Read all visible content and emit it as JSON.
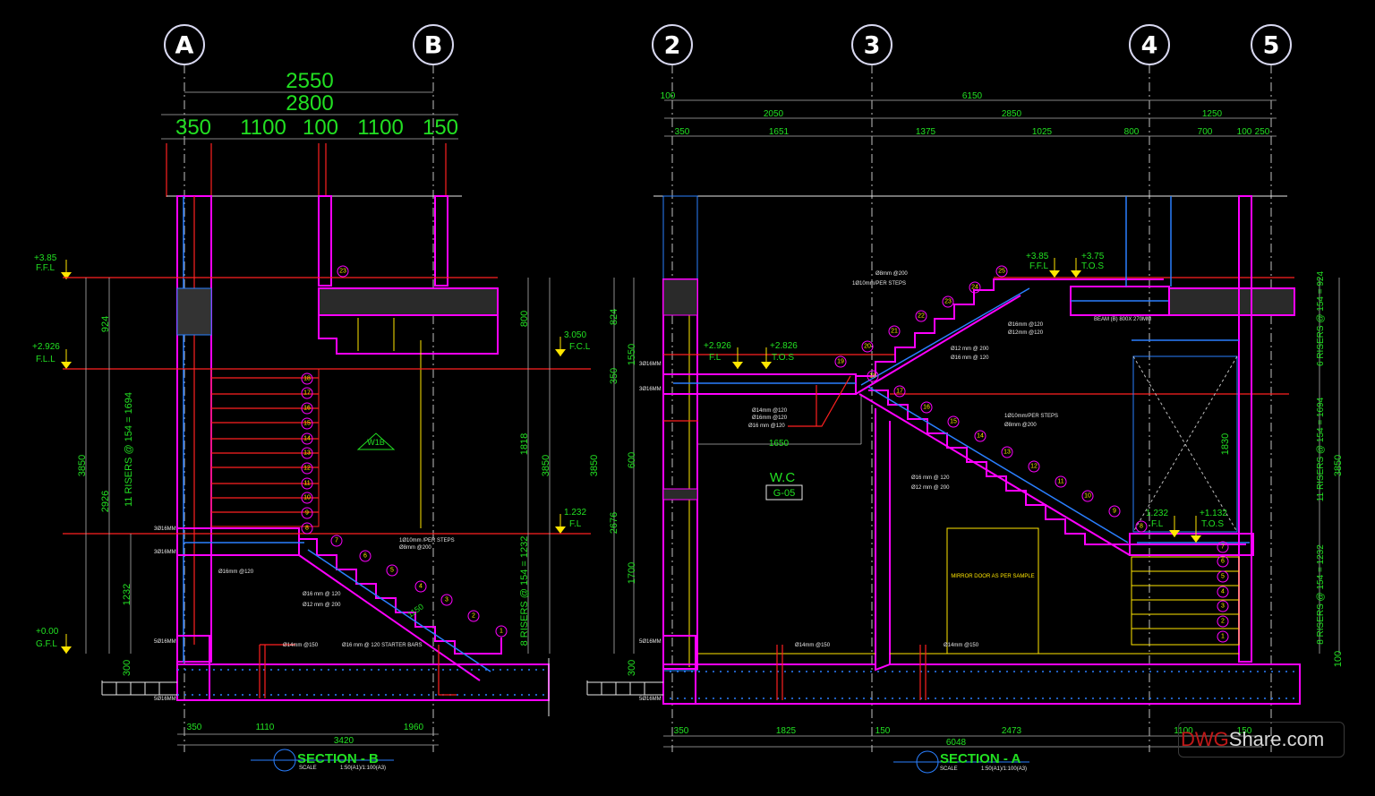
{
  "grid_bubbles": {
    "A": "A",
    "B": "B",
    "n2": "2",
    "n3": "3",
    "n4": "4",
    "n5": "5"
  },
  "section_b": {
    "top_dims": {
      "overall1": "2550",
      "overall2": "2800",
      "parts": [
        "350",
        "1100",
        "100",
        "1100",
        "150"
      ]
    },
    "levels": {
      "ffl_385": {
        "value": "+3.85",
        "label": "F.F.L"
      },
      "fll_2926": {
        "value": "+2.926",
        "label": "F.L.L"
      },
      "gfl_000": {
        "value": "+0.00",
        "label": "G.F.L"
      },
      "fcl_3050": {
        "value": "3.050",
        "label": "F.C.L"
      },
      "fl_1232": {
        "value": "1.232",
        "label": "F.L"
      }
    },
    "left_dims": {
      "d924": "924",
      "risers": "11 RISERS @ 154 = 1694",
      "d3850": "3850",
      "d2926": "2926",
      "d1232": "1232",
      "d300": "300"
    },
    "right_dims": {
      "d800": "800",
      "d1818": "1818",
      "d3850": "3850",
      "risers": "8 RISERS @ 154 = 1232"
    },
    "bottom_dims": {
      "d350": "350",
      "d1110": "1110",
      "d1960": "1960",
      "d3420": "3420"
    },
    "window_tag": "W1B",
    "notes": {
      "steps1": "1Ø10mm /PER STEPS",
      "steps2": "Ø8mm @200",
      "n16": "Ø16 mm @ 120",
      "n12": "Ø12 mm @ 200",
      "n16b": "Ø16mm @120",
      "n14": "Ø14mm @150",
      "starter": "Ø16 mm @ 120 STARTER BARS",
      "bar1": "3Ø16MM",
      "bar2": "3Ø16MM",
      "bar3": "5Ø16MM",
      "bar4": "5Ø16MM"
    },
    "tags_flight1": [
      "18",
      "17",
      "16",
      "15",
      "14",
      "13",
      "12",
      "11",
      "10",
      "9",
      "8"
    ],
    "tags_flight2": [
      "7",
      "6",
      "5",
      "4",
      "3",
      "2",
      "1"
    ],
    "tag_top": "23",
    "diag_dim": "1150",
    "title": "SECTION - B",
    "scale_label": "SCALE",
    "scale_value": "1:50(A1)/1:100(A3)"
  },
  "section_a": {
    "top_dims": {
      "overall": "6150",
      "start": "100",
      "row2": [
        "2050",
        "2850",
        "1250"
      ],
      "row3": [
        "350",
        "1651",
        "1375",
        "1025",
        "800",
        "700",
        "100",
        "250"
      ]
    },
    "levels": {
      "ffl_385": {
        "value": "+3.85",
        "label": "F.F.L"
      },
      "tos_375": {
        "value": "+3.75",
        "label": "T.O.S"
      },
      "fl_2926": {
        "value": "+2.926",
        "label": "F.L"
      },
      "tos_2826": {
        "value": "+2.826",
        "label": "T.O.S"
      },
      "fl_1232": {
        "value": "1.232",
        "label": "F.L"
      },
      "tos_1132": {
        "value": "+1.132",
        "label": "T.O.S"
      }
    },
    "left_dims": {
      "d824": "824",
      "d1550": "1550",
      "d350": "350",
      "d3850": "3850",
      "d600": "600",
      "d2676": "2676",
      "d1700": "1700",
      "d300": "300"
    },
    "right_dims": {
      "r6": "6 RISERS @ 154 = 924",
      "r11": "11 RISERS @ 154 = 1694",
      "r8": "8 RISERS @ 154 = 1232",
      "d3850": "3850",
      "d100": "100",
      "d1830": "1830"
    },
    "bottom_dims": {
      "d350": "350",
      "d1825": "1825",
      "d150": "150",
      "d2473": "2473",
      "d1100": "1100",
      "d150b": "150",
      "d6048": "6048"
    },
    "room": {
      "name": "W.C",
      "code": "G-05"
    },
    "door_note": "MIRROR DOOR AS PER SAMPLE",
    "beam_note": "BEAM (B) 800X 270MM",
    "dim1650": "1650",
    "notes": {
      "a8": "Ø8mm @200",
      "a10": "1Ø10mm/PER STEPS",
      "a16": "Ø16mm @120",
      "a12": "Ø12mm @120",
      "b12": "Ø12 mm @ 200",
      "b16": "Ø16 mm @ 120",
      "c14": "Ø14mm @120",
      "c16": "Ø16mm @120",
      "c16b": "Ø16 mm @120",
      "d10": "1Ø10mm/PER STEPS",
      "d8": "Ø8mm @200",
      "e16": "Ø16 mm @ 120",
      "e12": "Ø12 mm @ 200",
      "f14": "Ø14mm @150",
      "f14b": "Ø14mm @150",
      "bar1": "3Ø16MM",
      "bar2": "3Ø16MM",
      "bar3": "5Ø16MM",
      "bar4": "5Ø16MM"
    },
    "tags_upper": [
      "25",
      "24",
      "23",
      "22",
      "21",
      "20",
      "19"
    ],
    "tags_middle": [
      "18",
      "17",
      "16",
      "15",
      "14",
      "13",
      "12",
      "11",
      "10",
      "9",
      "8"
    ],
    "tags_lower": [
      "7",
      "6",
      "5",
      "4",
      "3",
      "2",
      "1"
    ],
    "title": "SECTION - A",
    "scale_label": "SCALE",
    "scale_value": "1:50(A1)/1:100(A3)"
  },
  "watermark": {
    "part1": "DWG",
    "part2": "Share.com"
  }
}
